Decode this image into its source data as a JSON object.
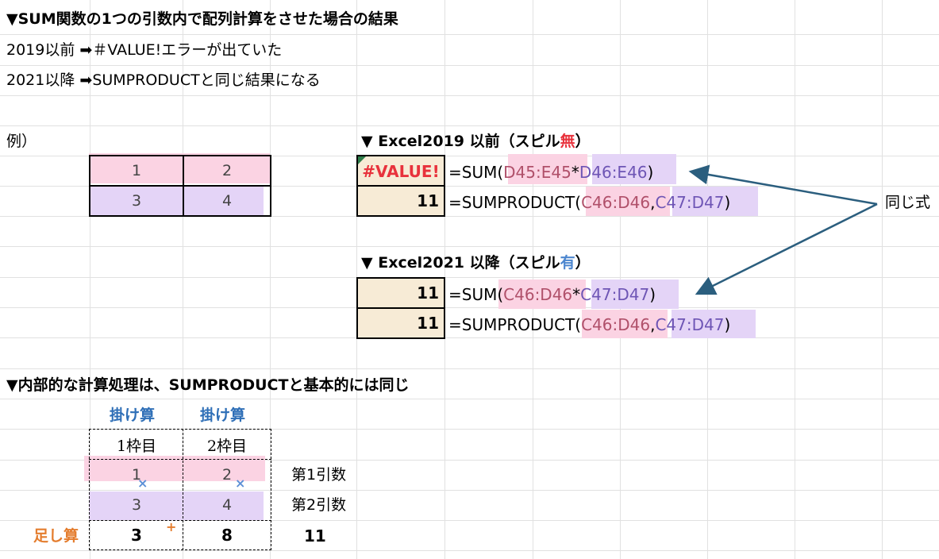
{
  "title": "▼SUM関数の1つの引数内で配列計算をさせた場合の結果",
  "line_2019": "2019以前 ➡＃VALUE!エラーが出ていた",
  "line_2021": "2021以降 ➡SUMPRODUCTと同じ結果になる",
  "example_label": "例）",
  "example_values": [
    "1",
    "2",
    "3",
    "4"
  ],
  "excel2019": {
    "heading_prefix": "▼ Excel2019 以前（スピル",
    "heading_mark": "無",
    "heading_suffix": "）",
    "error_value": "#VALUE!",
    "result2": "11",
    "f1_eq": "=SUM(",
    "f1_ref1": "D45:E45",
    "f1_op": "*",
    "f1_ref2": "D46:E46",
    "f1_close": ")",
    "f2_eq": "=SUMPRODUCT(",
    "f2_ref1": "C46:D46",
    "f2_sep": ",",
    "f2_ref2": "C47:D47",
    "f2_close": ")"
  },
  "excel2021": {
    "heading_prefix": "▼ Excel2021 以降（スピル",
    "heading_mark": "有",
    "heading_suffix": "）",
    "result1": "11",
    "result2": "11",
    "f1_eq": "=SUM(",
    "f1_ref1": "C46:D46",
    "f1_op": "*",
    "f1_ref2": "C47:D47",
    "f1_close": ")",
    "f2_eq": "=SUMPRODUCT(",
    "f2_ref1": "C46:D46",
    "f2_sep": ",",
    "f2_ref2": "C47:D47",
    "f2_close": ")"
  },
  "same_formula_label": "同じ式",
  "section2_title": "▼内部的な計算処理は、SUMPRODUCTと基本的には同じ",
  "multiply_labels": [
    "掛け算",
    "掛け算"
  ],
  "frame_labels": [
    "1枠目",
    "2枠目"
  ],
  "row1_values": [
    "1",
    "2"
  ],
  "row2_values": [
    "3",
    "4"
  ],
  "sum_label": "足し算",
  "sum_values": [
    "3",
    "8"
  ],
  "total": "11",
  "arg_labels": [
    "第1引数",
    "第2引数"
  ],
  "cross_mark": "×",
  "plus_mark": "+",
  "colors": {
    "pink_highlight": "#fbd3e3",
    "purple_highlight": "#e4d4f7",
    "result_fill": "#f7ebd6",
    "error_red": "#e8323c",
    "heading_blue": "#2f6fb7",
    "sum_orange": "#e47d2e",
    "arrow": "#2b5e7e"
  }
}
